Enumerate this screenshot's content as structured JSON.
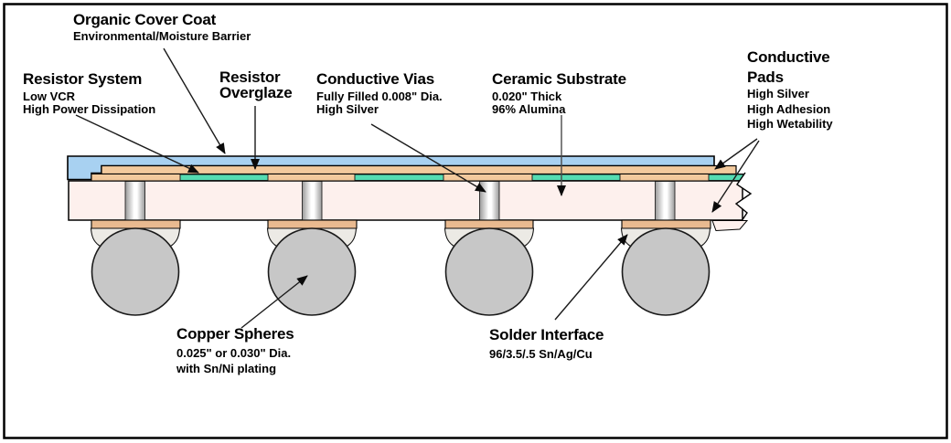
{
  "labels": {
    "cover_coat": {
      "title": "Organic Cover Coat",
      "line1": "Environmental/Moisture Barrier"
    },
    "resistor_system": {
      "title": "Resistor System",
      "line1": "Low VCR",
      "line2": "High Power Dissipation"
    },
    "resistor_overglaze": {
      "title1": "Resistor",
      "title2": "Overglaze"
    },
    "conductive_vias": {
      "title": "Conductive Vias",
      "line1": "Fully Filled 0.008\" Dia.",
      "line2": "High Silver"
    },
    "ceramic_substrate": {
      "title": "Ceramic Substrate",
      "line1": "0.020\" Thick",
      "line2": "96% Alumina"
    },
    "conductive_pads": {
      "title1": "Conductive",
      "title2": "Pads",
      "line1": "High Silver",
      "line2": "High Adhesion",
      "line3": "High Wetability"
    },
    "copper_spheres": {
      "title": "Copper Spheres",
      "line1": "0.025\" or 0.030\" Dia.",
      "line2": "with Sn/Ni plating"
    },
    "solder_interface": {
      "title": "Solder Interface",
      "line1": "96/3.5/.5 Sn/Ag/Cu"
    }
  },
  "colors": {
    "cover_coat": "#a8d1f1",
    "conductor": "#f3ca9d",
    "resistor": "#55dcb2",
    "substrate": "#fdf0ed",
    "pad": "#e9ba90",
    "sphere": "#c7c7c7",
    "solder_fillet": "#eceae5",
    "via_edge": "#999999",
    "via_center": "#ffffff",
    "outline": "#000000"
  }
}
